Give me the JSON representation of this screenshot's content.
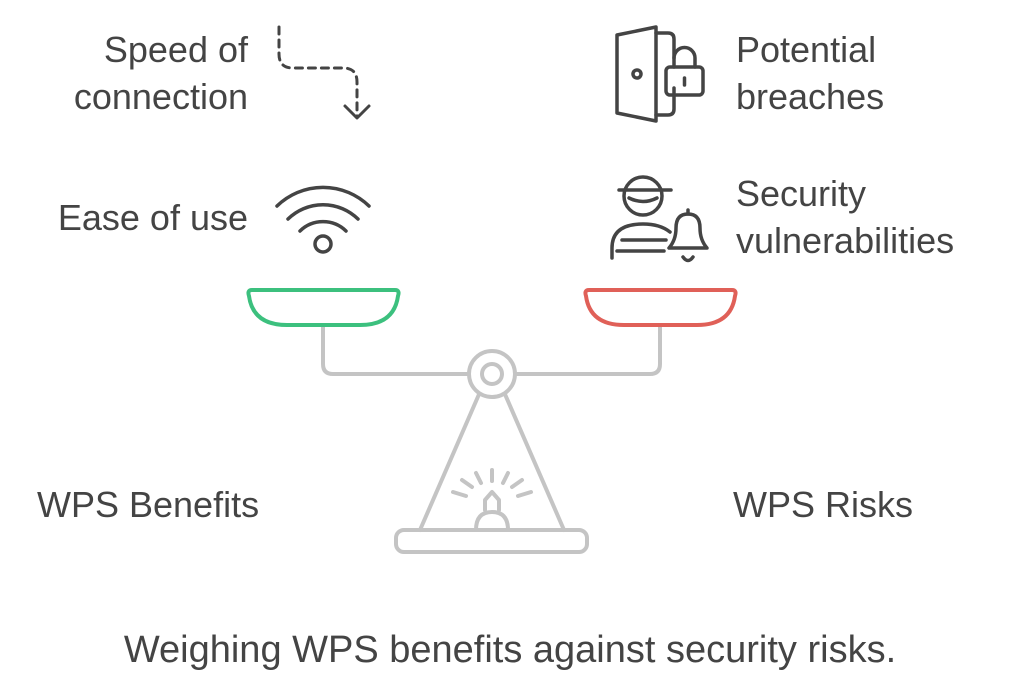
{
  "labels": {
    "speed": "Speed of\nconnection",
    "ease": "Ease of use",
    "breaches": "Potential\nbreaches",
    "vulnerabilities": "Security\nvulnerabilities",
    "benefits": "WPS Benefits",
    "risks": "WPS Risks"
  },
  "caption": "Weighing WPS benefits against security risks.",
  "colors": {
    "benefit_pan": "#3cc07e",
    "risk_pan": "#e06058",
    "scale": "#c4c4c4",
    "icon": "#444444",
    "text": "#444444"
  },
  "icons": {
    "speed": "dashed-arrow-icon",
    "ease": "wifi-icon",
    "breaches": "door-lock-icon",
    "vulnerabilities": "hacker-bell-icon"
  }
}
